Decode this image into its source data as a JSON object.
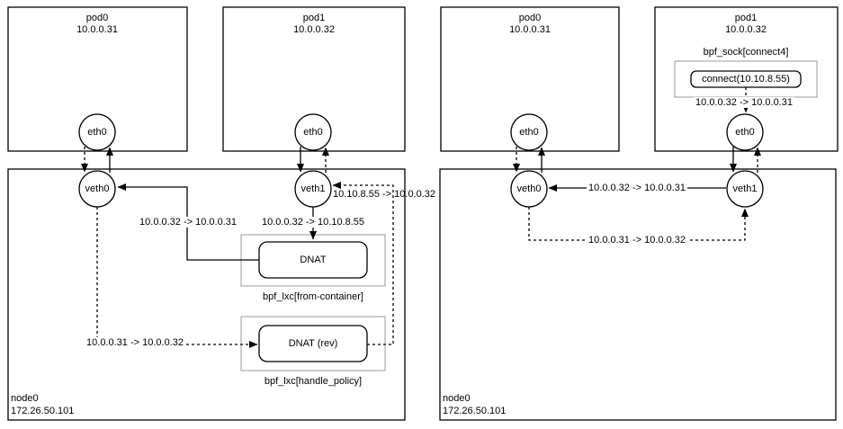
{
  "colors": {
    "line": "#000000",
    "muted_box": "#999999",
    "background": "#ffffff"
  },
  "left": {
    "pod0": {
      "name": "pod0",
      "ip": "10.0.0.31",
      "iface": "eth0"
    },
    "pod1": {
      "name": "pod1",
      "ip": "10.0.0.32",
      "iface": "eth0"
    },
    "node": {
      "name": "node0",
      "ip": "172.26.50.101",
      "veth0": "veth0",
      "veth1": "veth1"
    },
    "dnat": {
      "label": "DNAT",
      "program": "bpf_lxc[from-container]"
    },
    "dnat_rev": {
      "label": "DNAT (rev)",
      "program": "bpf_lxc[handle_policy]"
    },
    "flows": {
      "pod_to_pod": "10.0.0.32 -> 10.0.0.31",
      "pod_to_service": "10.0.0.32 -> 10.10.8.55",
      "service_to_pod": "10.10.8.55 -> 10.0.0.32",
      "reply": "10.0.0.31 -> 10.0.0.32"
    }
  },
  "right": {
    "pod0": {
      "name": "pod0",
      "ip": "10.0.0.31",
      "iface": "eth0"
    },
    "pod1": {
      "name": "pod1",
      "ip": "10.0.0.32",
      "iface": "eth0"
    },
    "node": {
      "name": "node0",
      "ip": "172.26.50.101",
      "veth0": "veth0",
      "veth1": "veth1"
    },
    "bpf_sock": {
      "program": "bpf_sock[connect4]",
      "call": "connect(10.10.8.55)",
      "translated": "10.0.0.32 -> 10.0.0.31"
    },
    "flows": {
      "pod_to_pod": "10.0.0.32 -> 10.0.0.31",
      "reply": "10.0.0.31 -> 10.0.0.32"
    }
  }
}
